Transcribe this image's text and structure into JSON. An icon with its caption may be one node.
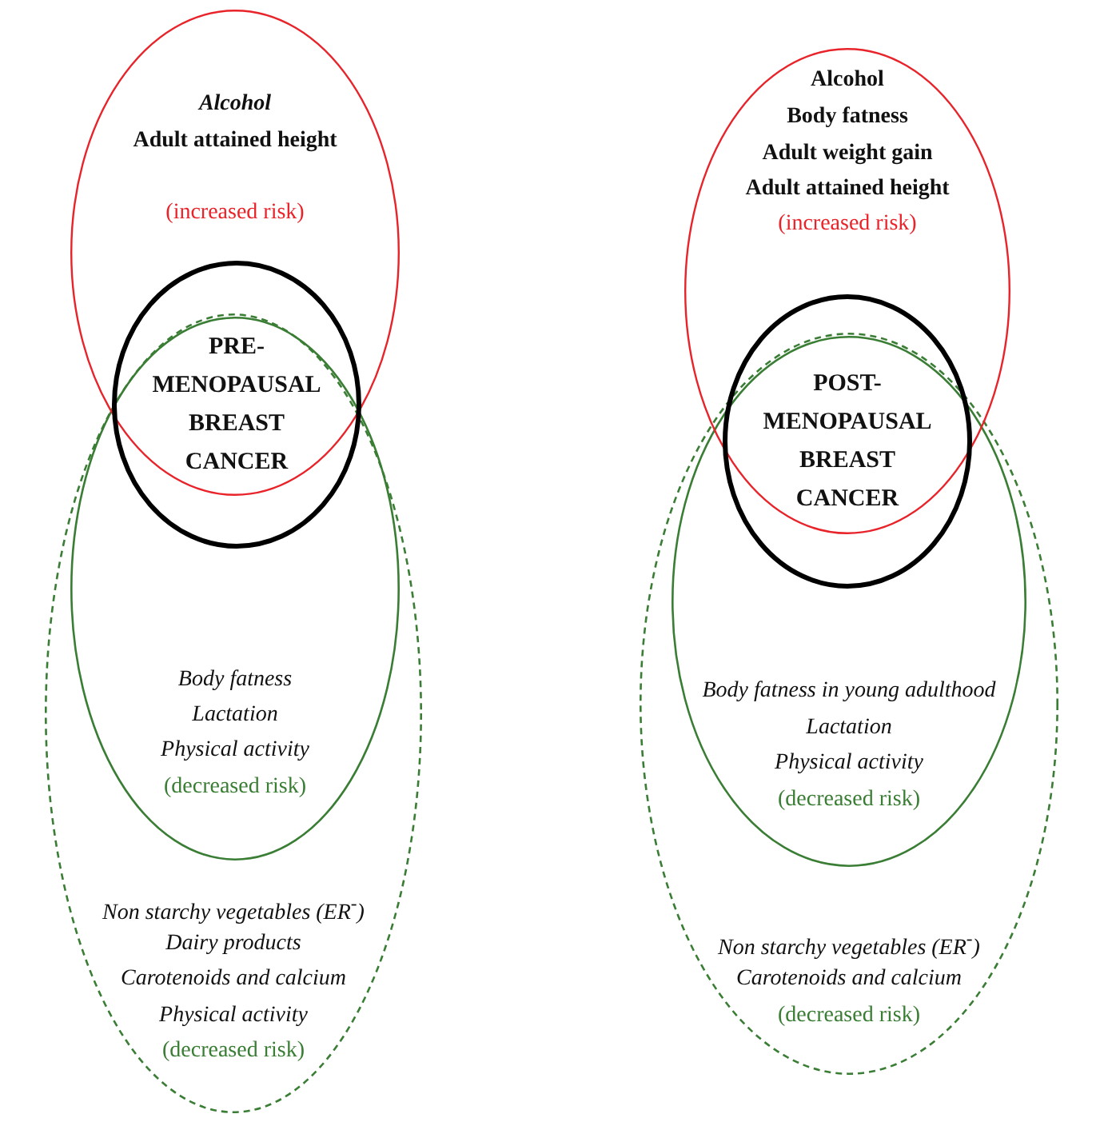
{
  "diagram": {
    "nodes": [
      {
        "text": [
          "Alcohol",
          "Adult attained height",
          "(increased risk)"
        ]
      },
      {
        "text": [
          "PRE- MENOPAUSAL BREAST CANCER"
        ]
      },
      {
        "text": [
          "Body fatness",
          "Lactation",
          "Physical activity",
          "(decreased risk)"
        ],
        "in": 3
      },
      {
        "text": [
          "Non starchy vegetables (ER$^{-}$)",
          "Dairy products",
          "Carotenoids and calcium",
          "Physical activity",
          "(decreased risk)"
        ]
      },
      {
        "text": [
          "Alcohol",
          "Body fatness",
          "Adult weight gain",
          "Adult attained height",
          "(increased risk)"
        ]
      },
      {
        "text": [
          "POST- MENOPAUSAL BREAST CANCER"
        ]
      },
      {
        "text": [
          "Body fatness in young adulthood",
          "Lactation",
          "Physical activity",
          "(decreased risk)"
        ],
        "in": 7
      },
      {
        "text": [
          "Non starchy vegetables (ER$^{-}$)",
          "Carotenoids and calcium",
          "(decreased risk)"
        ]
      }
    ]
  }
}
